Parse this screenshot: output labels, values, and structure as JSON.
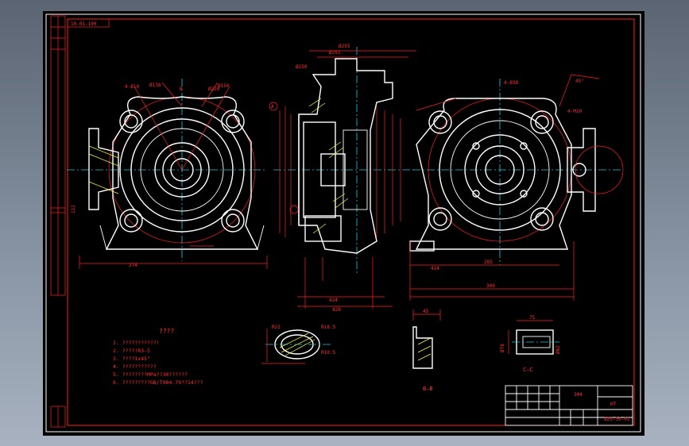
{
  "drawing": {
    "corner_code": "10-01-100",
    "notes_title": "????",
    "notes": [
      "1. ???????????!",
      "2. ????!R3-5",
      "3. ????1x45°",
      "4. ???????????",
      "5. ????????MPa??30??????",
      "6. ?????????GB/T984-79??14???"
    ],
    "section_b": "B—B",
    "section_c": "C—C",
    "view_label_b": "B",
    "view_label_a": "A",
    "title_block": {
      "name_cell": "304",
      "material_cell": "HT",
      "code_cell": "8ZS-30-01"
    },
    "dims": {
      "front_flange": "4-Ø10",
      "front_bolt_circle": "Ø220",
      "front_width": "274",
      "front_dia_a": "Ø138",
      "front_dia_b": "Ø150",
      "front_left_h": "112",
      "side_top": "Ø255",
      "side_top2": "Ø251",
      "side_top3": "Ø250",
      "side_bottom": "424",
      "side_bottom2": "428",
      "right_holes": "4-Ø38",
      "right_holes2": "4-M10",
      "right_width1": "285",
      "right_width2": "300",
      "right_width3": "424",
      "right_angle": "45°",
      "r1": "R22",
      "r2": "R18.5",
      "r3": "R10.5",
      "bb_dim": "45",
      "cc_dim": "75",
      "cc_dia": "Ø78",
      "cc_dia2": "Ø62"
    }
  }
}
